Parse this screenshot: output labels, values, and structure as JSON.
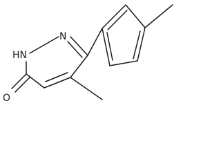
{
  "molecule": {
    "atoms": {
      "oxygen": "O",
      "nh": "HN",
      "n": "N"
    },
    "colors": {
      "ink": "#1a1a1a",
      "background": "#ffffff"
    }
  }
}
